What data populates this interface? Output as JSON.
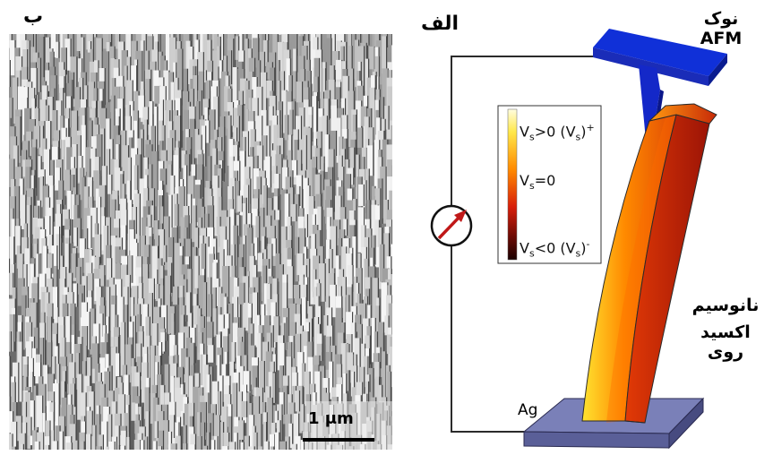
{
  "panel_b": {
    "label": "ب",
    "scale_bar": "1 μm"
  },
  "panel_a": {
    "label": "الف",
    "afm_tip_label": "نوک AFM",
    "electrode_label": "Ag",
    "nanowire_label_line1": "نانوسیم",
    "nanowire_label_line2": "اکسید روی",
    "legend": {
      "top": {
        "v": "V",
        "s": "s",
        "rel": ">0 (V",
        "s2": "s",
        "close": ")",
        "sup": "+"
      },
      "mid": {
        "v": "V",
        "s": "s",
        "rel": "=0"
      },
      "bot": {
        "v": "V",
        "s": "s",
        "rel": "<0 (V",
        "s2": "s",
        "close": ")",
        "sup": "-"
      }
    }
  },
  "colors": {
    "afm_tip": "#1428d0",
    "substrate": "#6e74ae",
    "wire": "#2b2b2b",
    "meter_arrow": "#c01818",
    "nanowire_hot": "#ffee33",
    "nanowire_mid": "#ff7a00",
    "nanowire_cold": "#b81f0a"
  }
}
